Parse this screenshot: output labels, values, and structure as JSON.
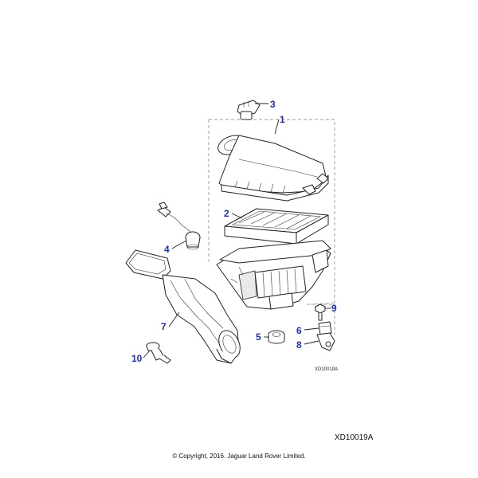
{
  "callouts": [
    {
      "id": "1",
      "label": "1"
    },
    {
      "id": "2",
      "label": "2"
    },
    {
      "id": "3",
      "label": "3"
    },
    {
      "id": "4",
      "label": "4"
    },
    {
      "id": "5",
      "label": "5"
    },
    {
      "id": "6",
      "label": "6"
    },
    {
      "id": "7",
      "label": "7"
    },
    {
      "id": "8",
      "label": "8"
    },
    {
      "id": "9",
      "label": "9"
    },
    {
      "id": "10",
      "label": "10"
    }
  ],
  "drawing_ref_small": "XD10019A",
  "drawing_ref": "XD10019A",
  "copyright": "© Copyright, 2016. Jaguar Land Rover Limited.",
  "colors": {
    "callout": "#1f2fb0",
    "line": "#222222"
  }
}
